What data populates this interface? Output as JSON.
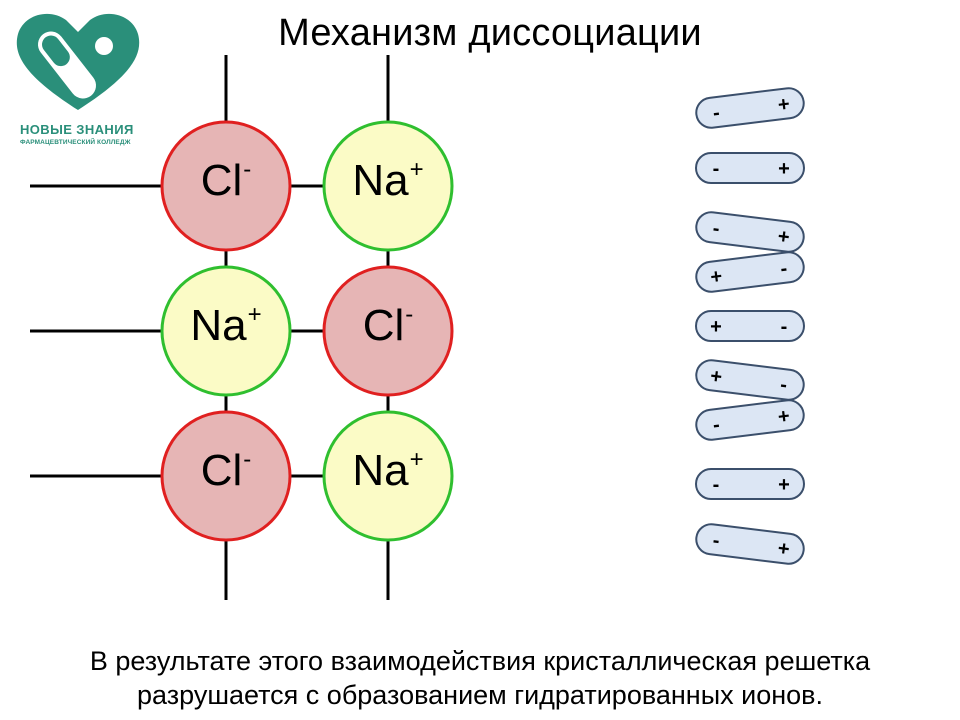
{
  "slide": {
    "title": "Механизм диссоциации",
    "caption_line1": "В результате этого взаимодействия кристаллическая решетка",
    "caption_line2": "разрушается с образованием гидратированных ионов."
  },
  "logo": {
    "name": "НОВЫЕ ЗНАНИЯ",
    "subtitle": "ФАРМАЦЕВТИЧЕСКИЙ КОЛЛЕДЖ",
    "icon": "heart-capsule-icon",
    "color": "#2a8f7a"
  },
  "colors": {
    "chloride_fill": "#e6b5b5",
    "chloride_stroke": "#e02020",
    "sodium_fill": "#fbfbc6",
    "sodium_stroke": "#2fbf2f",
    "bond": "#000000",
    "dipole_fill": "#dce6f4",
    "dipole_stroke": "#3b4f6b"
  },
  "lattice": [
    {
      "row": 1,
      "left": {
        "symbol": "Cl",
        "charge": "-"
      },
      "right": {
        "symbol": "Na",
        "charge": "+"
      }
    },
    {
      "row": 2,
      "left": {
        "symbol": "Na",
        "charge": "+"
      },
      "right": {
        "symbol": "Cl",
        "charge": "-"
      }
    },
    {
      "row": 3,
      "left": {
        "symbol": "Cl",
        "charge": "-"
      },
      "right": {
        "symbol": "Na",
        "charge": "+"
      }
    }
  ],
  "water_dipoles": [
    {
      "left_sign": "-",
      "right_sign": "+",
      "tilt": "up"
    },
    {
      "left_sign": "-",
      "right_sign": "+",
      "tilt": "flat"
    },
    {
      "left_sign": "-",
      "right_sign": "+",
      "tilt": "down"
    },
    {
      "left_sign": "+",
      "right_sign": "-",
      "tilt": "up"
    },
    {
      "left_sign": "+",
      "right_sign": "-",
      "tilt": "flat"
    },
    {
      "left_sign": "+",
      "right_sign": "-",
      "tilt": "down"
    },
    {
      "left_sign": "-",
      "right_sign": "+",
      "tilt": "up"
    },
    {
      "left_sign": "-",
      "right_sign": "+",
      "tilt": "flat"
    },
    {
      "left_sign": "-",
      "right_sign": "+",
      "tilt": "down"
    }
  ]
}
